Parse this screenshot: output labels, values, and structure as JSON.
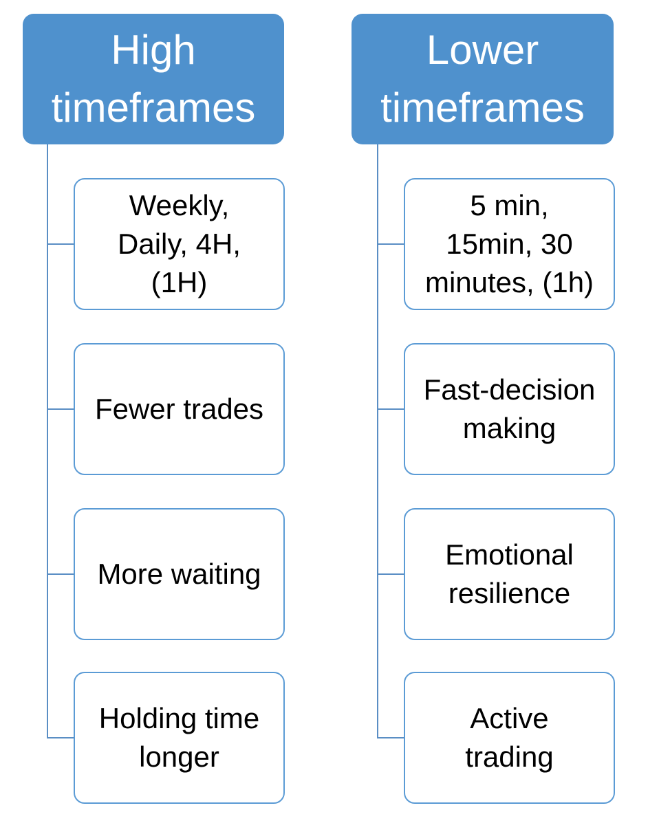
{
  "columns": [
    {
      "header": "High\ntimeframes",
      "items": [
        "Weekly,\nDaily, 4H,\n(1H)",
        "Fewer trades",
        "More waiting",
        "Holding time\nlonger"
      ]
    },
    {
      "header": "Lower\ntimeframes",
      "items": [
        "5 min,\n15min, 30\nminutes, (1h)",
        "Fast-decision\nmaking",
        "Emotional\nresilience",
        "Active\ntrading"
      ]
    }
  ],
  "colors": {
    "header_fill": "#4f91cd",
    "header_text": "#ffffff",
    "box_border": "#5b9bd5",
    "connector": "#5a8ec4"
  }
}
